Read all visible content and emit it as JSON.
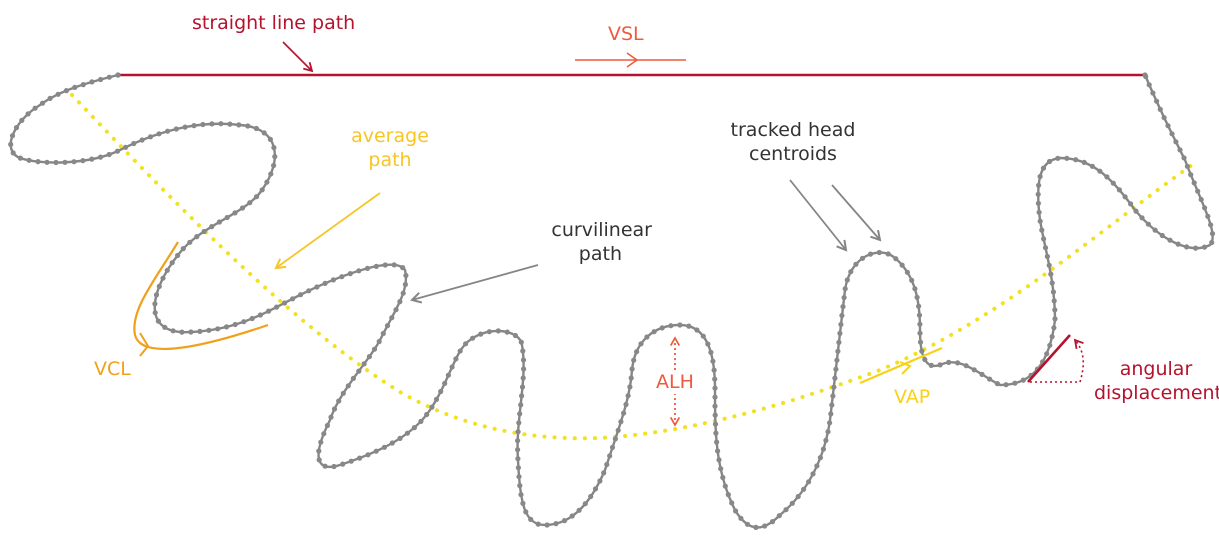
{
  "labels": {
    "straight_line_path": "straight line path",
    "vsl": "VSL",
    "average_path_line1": "average",
    "average_path_line2": "path",
    "tracked_head_line1": "tracked head",
    "tracked_head_line2": "centroids",
    "curvilinear_line1": "curvilinear",
    "curvilinear_line2": "path",
    "vcl": "VCL",
    "alh": "ALH",
    "vap": "VAP",
    "angular_line1": "angular",
    "angular_line2": "displacement"
  },
  "colors": {
    "straight_line": "#b5122e",
    "vsl": "#ee5a3d",
    "average_path": "#f7c526",
    "average_path_dots": "#f1e11e",
    "curvilinear": "#858585",
    "head_centroid_dots": "#888888",
    "vcl": "#f0a11b",
    "alh": "#ee5a3d",
    "vap": "#f7d21a",
    "angular": "#b5122e"
  }
}
